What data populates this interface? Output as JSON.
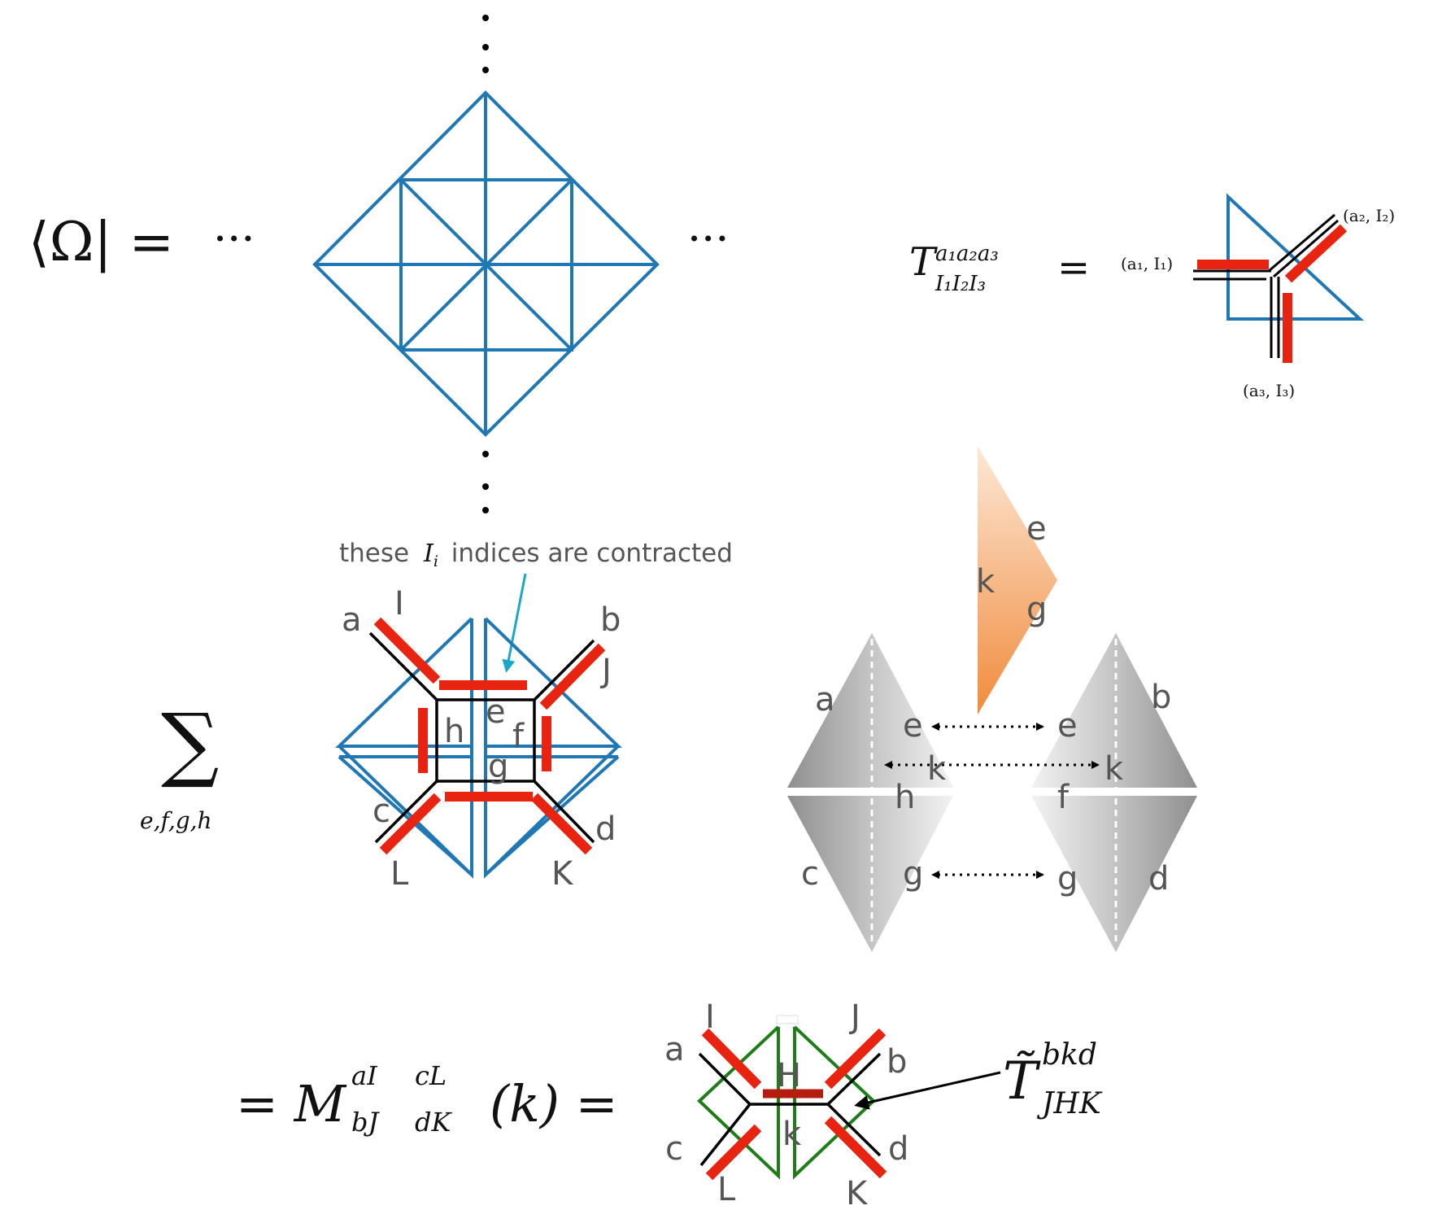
{
  "bra_lhs": "⟨Ω| =",
  "dots": "···",
  "tensor_def": {
    "symbol": "T",
    "superscript": "a₁a₂a₃",
    "subscript": "I₁I₂I₃",
    "equals": "=",
    "leg1": "(a₁, I₁)",
    "leg2": "(a₂, I₂)",
    "leg3": "(a₃, I₃)"
  },
  "annotation": {
    "text_before": "these",
    "symbol": "I",
    "symbol_sub": "i",
    "text_after": "indices are contracted"
  },
  "sum": {
    "symbol": "∑",
    "indices": "e,f,g,h"
  },
  "contraction_labels": {
    "outer_a": "a",
    "outer_I": "I",
    "outer_b": "b",
    "outer_J": "J",
    "outer_c": "c",
    "outer_L": "L",
    "outer_d": "d",
    "outer_K": "K",
    "inner_e": "e",
    "inner_f": "f",
    "inner_g": "g",
    "inner_h": "h"
  },
  "pyramid_labels": {
    "top_e": "e",
    "top_k": "k",
    "top_g": "g",
    "left_a": "a",
    "left_e": "e",
    "left_k": "k",
    "left_h": "h",
    "left_c": "c",
    "left_g": "g",
    "right_b": "b",
    "right_e": "e",
    "right_k": "k",
    "right_f": "f",
    "right_d": "d",
    "right_g": "g"
  },
  "bottom_equation": {
    "prefix": "= M",
    "sup1": "aI",
    "sup2": "cL",
    "sub1": "bJ",
    "sub2": "dK",
    "arg": "(k) ="
  },
  "bottom_diagram_labels": {
    "I": "I",
    "J": "J",
    "a": "a",
    "b": "b",
    "c": "c",
    "d": "d",
    "L": "L",
    "K": "K",
    "H": "H",
    "k": "k"
  },
  "t_tilde": {
    "symbol": "T̃",
    "superscript": "bkd",
    "subscript": "JHK"
  },
  "colors": {
    "lattice": "#1f77b4",
    "cut": "#e8230f",
    "green": "#1e7d18",
    "annotation_arrow": "#1aa7c9",
    "orange": "#f08b3c"
  }
}
